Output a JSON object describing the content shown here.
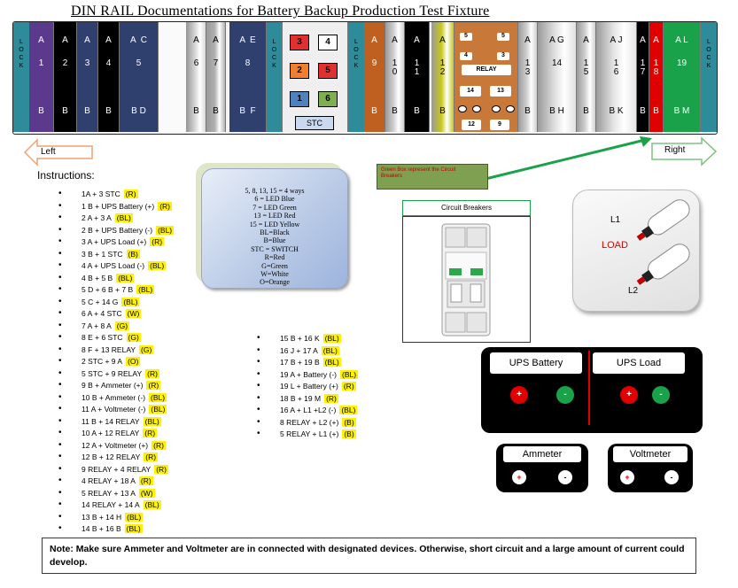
{
  "title": "DIN RAIL Documentations for Battery Backup Production Test Fixture",
  "lock_label": "L O C K",
  "modules": [
    {
      "top": "A",
      "mid": "1",
      "bot": "B",
      "color": "#5b3a8e"
    },
    {
      "top": "A",
      "mid": "2",
      "bot": "B",
      "color": "#000000"
    },
    {
      "top": "A",
      "mid": "3",
      "bot": "B",
      "color": "#2f3f6e"
    },
    {
      "top": "A",
      "mid": "4",
      "bot": "B",
      "color": "#000000"
    },
    {
      "top": "A  C",
      "mid": "5",
      "bot": "B D",
      "color": "#2f3f6e"
    },
    {
      "top": "A",
      "mid": "6",
      "bot": "B",
      "color": "#d9d9d9"
    },
    {
      "top": "A",
      "mid": "7",
      "bot": "B",
      "color": "#b0b0b0"
    },
    {
      "top": "A  E",
      "mid": "8",
      "bot": "B  F",
      "color": "#2f3f6e"
    },
    {
      "top": "A",
      "mid": "9",
      "bot": "B",
      "color": "#c06020"
    },
    {
      "top": "A",
      "mid": "1\n0",
      "bot": "B",
      "color": "#d0d0d0"
    },
    {
      "top": "A",
      "mid": "1\n1",
      "bot": "B",
      "color": "#000000"
    },
    {
      "top": "A",
      "mid": "1\n2",
      "bot": "B",
      "color": "#c8c81a"
    },
    {
      "top": "A",
      "mid": "1\n3",
      "bot": "B",
      "color": "#cfcfcf"
    },
    {
      "top": "A G",
      "mid": "14",
      "bot": "B H",
      "color": "#e0e0e0"
    },
    {
      "top": "A",
      "mid": "1\n5",
      "bot": "B",
      "color": "#d0d0d0"
    },
    {
      "top": "A J",
      "mid": "1\n6",
      "bot": "B K",
      "color": "#e6e6e6"
    },
    {
      "top": "A",
      "mid": "1\n7",
      "bot": "B",
      "color": "#000000"
    },
    {
      "top": "A",
      "mid": "1\n8",
      "bot": "B",
      "color": "#e00000"
    },
    {
      "top": "A L",
      "mid": "19",
      "bot": "B M",
      "color": "#1aa24a"
    }
  ],
  "switch_squares": [
    {
      "label": "3",
      "color": "#e03030"
    },
    {
      "label": "4",
      "color": "#ffffff"
    },
    {
      "label": "2",
      "color": "#f08030"
    },
    {
      "label": "5",
      "color": "#e03030"
    },
    {
      "label": "1",
      "color": "#4f81bd"
    },
    {
      "label": "6",
      "color": "#7fb050"
    }
  ],
  "stc_label": "STC",
  "relay_block": {
    "relay_label": "RELAY",
    "nums_top": [
      "5",
      "5"
    ],
    "nums_mid": [
      "4",
      "3"
    ],
    "nums_low": [
      "14",
      "13"
    ],
    "nums_bot": [
      "12",
      "9"
    ]
  },
  "arrows": {
    "left": "Left",
    "right": "Right"
  },
  "instructions_title": "Instructions:",
  "instructions_col1": [
    {
      "text": "1A + 3 STC",
      "code": "(R)"
    },
    {
      "text": "1 B + UPS Battery (+)",
      "code": "(R)"
    },
    {
      "text": "2 A + 3 A",
      "code": "(BL)"
    },
    {
      "text": "2 B + UPS Battery (-)",
      "code": "(BL)"
    },
    {
      "text": "3 A + UPS Load (+)",
      "code": "(R)"
    },
    {
      "text": "3 B + 1 STC",
      "code": "(B)"
    },
    {
      "text": "4 A + UPS Load (-)",
      "code": "(BL)"
    },
    {
      "text": "4 B + 5 B",
      "code": "(BL)"
    },
    {
      "text": "5 D + 6 B + 7 B",
      "code": "(BL)"
    },
    {
      "text": "5 C + 14 G",
      "code": "(BL)"
    },
    {
      "text": "6 A + 4 STC",
      "code": "(W)"
    },
    {
      "text": "7 A + 8 A",
      "code": "(G)"
    },
    {
      "text": "8 E + 6 STC",
      "code": "(G)"
    },
    {
      "text": "8 F + 13 RELAY",
      "code": "(G)"
    },
    {
      "text": "2 STC + 9 A",
      "code": "(O)"
    },
    {
      "text": "5 STC + 9 RELAY",
      "code": "(R)"
    },
    {
      "text": "9 B + Ammeter (+)",
      "code": "(R)"
    },
    {
      "text": "10 B + Ammeter (-)",
      "code": "(BL)"
    },
    {
      "text": "11 A + Voltmeter (-)",
      "code": "(BL)"
    },
    {
      "text": "11 B + 14 RELAY",
      "code": "(BL)"
    },
    {
      "text": "10 A + 12 RELAY",
      "code": "(R)"
    },
    {
      "text": "12 A + Voltmeter (+)",
      "code": "(R)"
    },
    {
      "text": "12 B + 12 RELAY",
      "code": "(R)"
    },
    {
      "text": "9 RELAY + 4 RELAY",
      "code": "(R)"
    },
    {
      "text": "4 RELAY + 18 A",
      "code": "(R)"
    },
    {
      "text": "5 RELAY + 13 A",
      "code": "(W)"
    },
    {
      "text": "14 RELAY + 14 A",
      "code": "(BL)"
    },
    {
      "text": "13 B + 14 H",
      "code": "(BL)"
    },
    {
      "text": "14 B + 16 B",
      "code": "(BL)"
    }
  ],
  "instructions_col2": [
    {
      "text": "15 B + 16 K",
      "code": "(BL)"
    },
    {
      "text": "16 J + 17 A",
      "code": "(BL)"
    },
    {
      "text": "17 B + 19 B",
      "code": "(BL)"
    },
    {
      "text": "19 A + Battery (-)",
      "code": "(BL)"
    },
    {
      "text": "19 L + Battery (+)",
      "code": "(R)"
    },
    {
      "text": "18 B + 19 M",
      "code": "(R)"
    },
    {
      "text": "16 A + L1 +L2  (-)",
      "code": "(BL)"
    },
    {
      "text": "8 RELAY + L2 (+)",
      "code": "(B)"
    },
    {
      "text": "5 RELAY + L1 (+)",
      "code": "(B)"
    }
  ],
  "legend_lines": [
    "5, 8, 13, 15 = 4 ways",
    "6 = LED Blue",
    "7 = LED Green",
    "13 = LED Red",
    "15 = LED Yellow",
    "BL=Black",
    "B=Blue",
    "STC = SWITCH",
    "R=Red",
    "G=Green",
    "W=White",
    "O=Orange"
  ],
  "green_box_text": "Green Box represent the Circuit Breakers",
  "circuit_breakers_label": "Circuit Breakers",
  "load": {
    "l1": "L1",
    "l2": "L2",
    "label": "LOAD"
  },
  "ups_panel": {
    "battery": "UPS Battery",
    "load": "UPS Load"
  },
  "meters": {
    "ammeter": "Ammeter",
    "voltmeter": "Voltmeter"
  },
  "plus": "+",
  "minus": "-",
  "note": "Note: Make sure Ammeter and Voltmeter are in connected with designated devices. Otherwise, short circuit and a large amount of current could develop.",
  "colors": {
    "yellow_code": "#fff200",
    "green": "#1aa24a",
    "red": "#e00000"
  }
}
